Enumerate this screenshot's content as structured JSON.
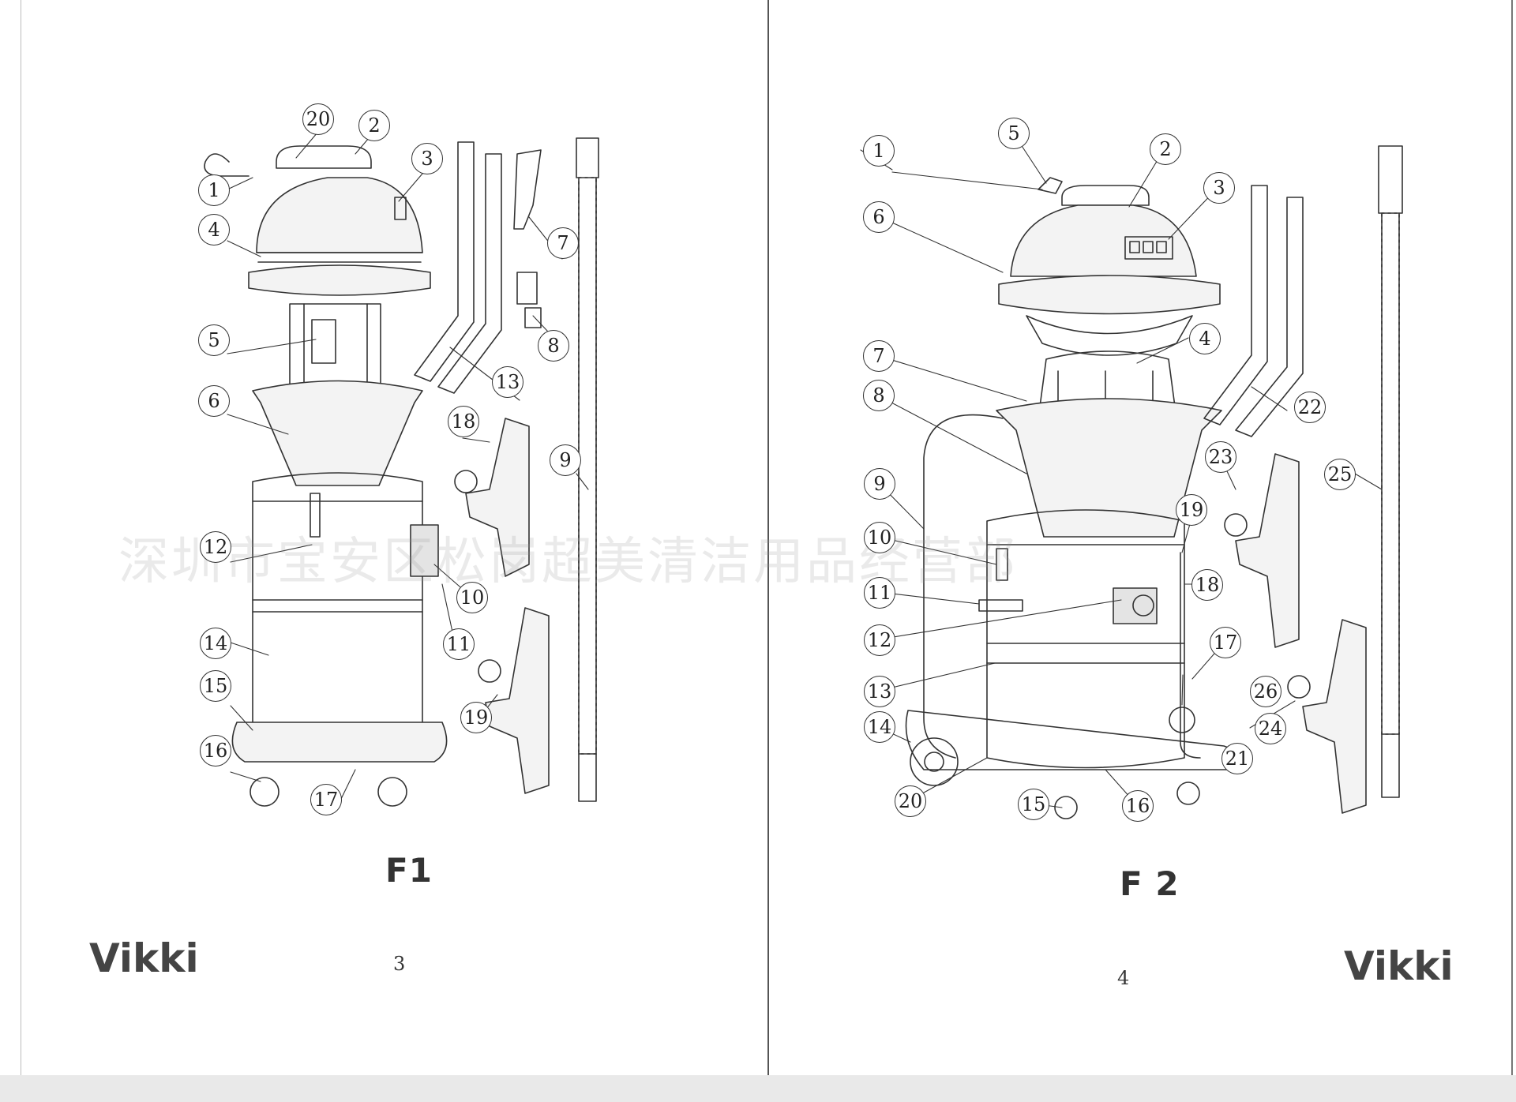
{
  "figures": [
    {
      "label": "F1",
      "brand": "Vikki",
      "page_number": "3",
      "callouts": [
        "20",
        "2",
        "1",
        "3",
        "4",
        "5",
        "6",
        "7",
        "8",
        "9",
        "13",
        "18",
        "12",
        "10",
        "11",
        "14",
        "15",
        "16",
        "17",
        "19"
      ]
    },
    {
      "label": "F 2",
      "brand": "Vikki",
      "page_number": "4",
      "callouts": [
        "5",
        "1",
        "2",
        "3",
        "6",
        "4",
        "7",
        "8",
        "9",
        "10",
        "11",
        "12",
        "13",
        "14",
        "15",
        "16",
        "17",
        "18",
        "19",
        "20",
        "21",
        "22",
        "23",
        "24",
        "25",
        "26"
      ]
    }
  ],
  "watermark": "深圳市宝安区松岗超美清洁用品经营部",
  "colors": {
    "line": "#333333",
    "paper": "#ffffff",
    "fill": "#f3f3f3"
  }
}
